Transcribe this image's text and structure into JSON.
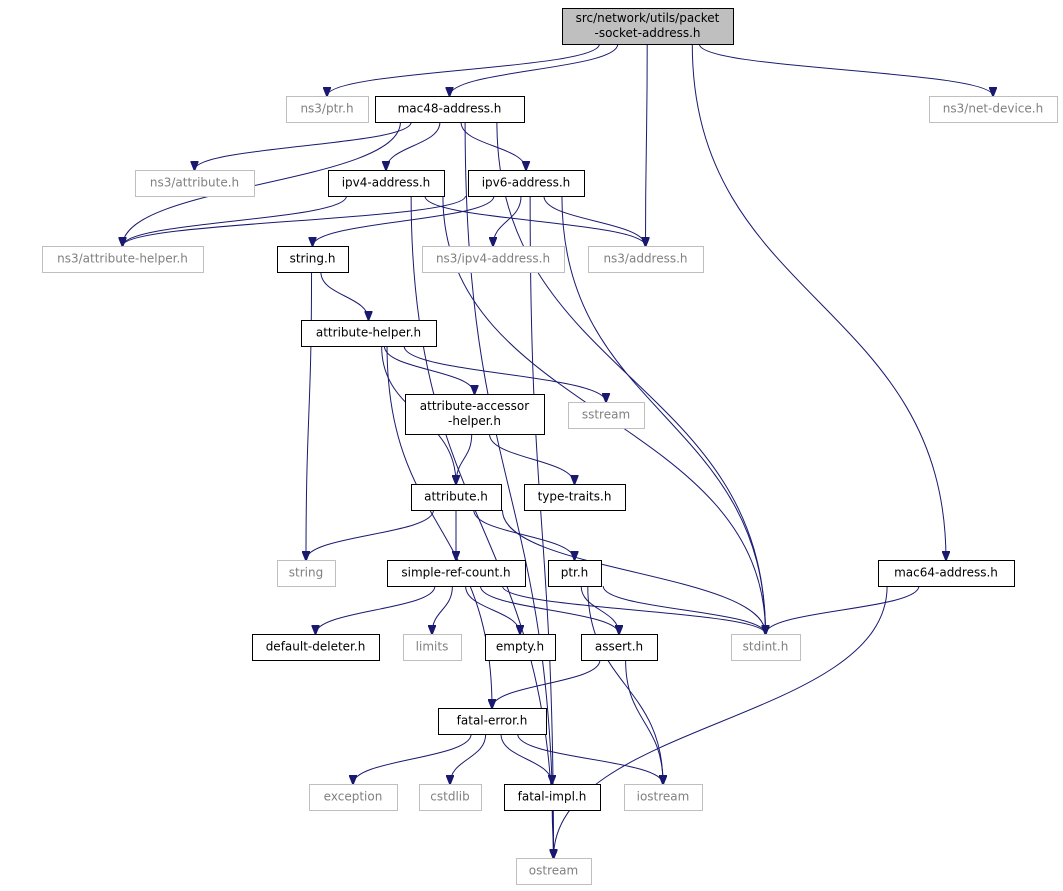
{
  "colors": {
    "edge": "#191970",
    "root_fill": "#bfbfbf",
    "root_border": "#000000",
    "file_border": "#000000",
    "external_border": "#bfbfbf",
    "external_text": "#808080",
    "text": "#000000"
  },
  "graph": {
    "nodes": [
      {
        "id": "root",
        "lines": [
          "src/network/utils/packet",
          "-socket-address.h"
        ],
        "kind": "root"
      },
      {
        "id": "ptr_ns3",
        "lines": [
          "ns3/ptr.h"
        ],
        "kind": "external"
      },
      {
        "id": "mac48",
        "lines": [
          "mac48-address.h"
        ],
        "kind": "file"
      },
      {
        "id": "netdevice",
        "lines": [
          "ns3/net-device.h"
        ],
        "kind": "external"
      },
      {
        "id": "attr_ns3",
        "lines": [
          "ns3/attribute.h"
        ],
        "kind": "external"
      },
      {
        "id": "ipv4",
        "lines": [
          "ipv4-address.h"
        ],
        "kind": "file"
      },
      {
        "id": "ipv6",
        "lines": [
          "ipv6-address.h"
        ],
        "kind": "file"
      },
      {
        "id": "attrhelper_ns3",
        "lines": [
          "ns3/attribute-helper.h"
        ],
        "kind": "external"
      },
      {
        "id": "string_h",
        "lines": [
          "string.h"
        ],
        "kind": "file"
      },
      {
        "id": "ipv4addr_ns3",
        "lines": [
          "ns3/ipv4-address.h"
        ],
        "kind": "external"
      },
      {
        "id": "address_ns3",
        "lines": [
          "ns3/address.h"
        ],
        "kind": "external"
      },
      {
        "id": "attrhelper",
        "lines": [
          "attribute-helper.h"
        ],
        "kind": "file"
      },
      {
        "id": "accessor",
        "lines": [
          "attribute-accessor",
          "-helper.h"
        ],
        "kind": "file"
      },
      {
        "id": "sstream",
        "lines": [
          "sstream"
        ],
        "kind": "external"
      },
      {
        "id": "attribute",
        "lines": [
          "attribute.h"
        ],
        "kind": "file"
      },
      {
        "id": "typetraits",
        "lines": [
          "type-traits.h"
        ],
        "kind": "file"
      },
      {
        "id": "string",
        "lines": [
          "string"
        ],
        "kind": "external"
      },
      {
        "id": "simplerc",
        "lines": [
          "simple-ref-count.h"
        ],
        "kind": "file"
      },
      {
        "id": "ptr",
        "lines": [
          "ptr.h"
        ],
        "kind": "file"
      },
      {
        "id": "mac64",
        "lines": [
          "mac64-address.h"
        ],
        "kind": "file"
      },
      {
        "id": "deleter",
        "lines": [
          "default-deleter.h"
        ],
        "kind": "file"
      },
      {
        "id": "limits",
        "lines": [
          "limits"
        ],
        "kind": "external"
      },
      {
        "id": "empty",
        "lines": [
          "empty.h"
        ],
        "kind": "file"
      },
      {
        "id": "assert",
        "lines": [
          "assert.h"
        ],
        "kind": "file"
      },
      {
        "id": "stdint",
        "lines": [
          "stdint.h"
        ],
        "kind": "external"
      },
      {
        "id": "fatalerror",
        "lines": [
          "fatal-error.h"
        ],
        "kind": "file"
      },
      {
        "id": "exception",
        "lines": [
          "exception"
        ],
        "kind": "external"
      },
      {
        "id": "cstdlib",
        "lines": [
          "cstdlib"
        ],
        "kind": "external"
      },
      {
        "id": "fatalimpl",
        "lines": [
          "fatal-impl.h"
        ],
        "kind": "file"
      },
      {
        "id": "iostream",
        "lines": [
          "iostream"
        ],
        "kind": "external"
      },
      {
        "id": "ostream",
        "lines": [
          "ostream"
        ],
        "kind": "external"
      }
    ],
    "edges": [
      [
        "root",
        "ptr_ns3"
      ],
      [
        "root",
        "mac48"
      ],
      [
        "root",
        "address_ns3"
      ],
      [
        "root",
        "netdevice"
      ],
      [
        "root",
        "mac64"
      ],
      [
        "mac48",
        "attr_ns3"
      ],
      [
        "mac48",
        "attrhelper_ns3"
      ],
      [
        "mac48",
        "ipv4"
      ],
      [
        "mac48",
        "ipv6"
      ],
      [
        "mac48",
        "stdint"
      ],
      [
        "mac48",
        "ostream"
      ],
      [
        "ipv4",
        "attrhelper_ns3"
      ],
      [
        "ipv4",
        "address_ns3"
      ],
      [
        "ipv4",
        "stdint"
      ],
      [
        "ipv4",
        "ostream"
      ],
      [
        "ipv6",
        "attrhelper_ns3"
      ],
      [
        "ipv6",
        "string_h"
      ],
      [
        "ipv6",
        "ipv4addr_ns3"
      ],
      [
        "ipv6",
        "address_ns3"
      ],
      [
        "ipv6",
        "stdint"
      ],
      [
        "ipv6",
        "ostream"
      ],
      [
        "string_h",
        "attrhelper"
      ],
      [
        "string_h",
        "string"
      ],
      [
        "attrhelper",
        "accessor"
      ],
      [
        "attrhelper",
        "sstream"
      ],
      [
        "attrhelper",
        "attribute"
      ],
      [
        "attrhelper",
        "fatalerror"
      ],
      [
        "accessor",
        "attribute"
      ],
      [
        "accessor",
        "typetraits"
      ],
      [
        "attribute",
        "string"
      ],
      [
        "attribute",
        "simplerc"
      ],
      [
        "attribute",
        "ptr"
      ],
      [
        "attribute",
        "stdint"
      ],
      [
        "simplerc",
        "deleter"
      ],
      [
        "simplerc",
        "limits"
      ],
      [
        "simplerc",
        "empty"
      ],
      [
        "simplerc",
        "assert"
      ],
      [
        "simplerc",
        "stdint"
      ],
      [
        "ptr",
        "assert"
      ],
      [
        "ptr",
        "iostream"
      ],
      [
        "ptr",
        "stdint"
      ],
      [
        "mac64",
        "stdint"
      ],
      [
        "mac64",
        "ostream"
      ],
      [
        "assert",
        "fatalerror"
      ],
      [
        "assert",
        "iostream"
      ],
      [
        "fatalerror",
        "exception"
      ],
      [
        "fatalerror",
        "cstdlib"
      ],
      [
        "fatalerror",
        "fatalimpl"
      ],
      [
        "fatalerror",
        "iostream"
      ],
      [
        "fatalimpl",
        "ostream"
      ]
    ]
  }
}
